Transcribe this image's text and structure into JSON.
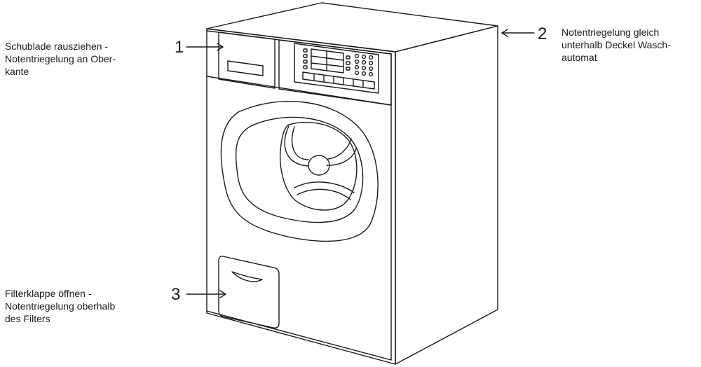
{
  "callouts": [
    {
      "number": "1",
      "text": "Schublade rausziehen -\nNotentriegelung an Ober-\nkante"
    },
    {
      "number": "2",
      "text": "Notentriegelung gleich\nunterhalb Deckel Wasch-\nautomat"
    },
    {
      "number": "3",
      "text": "Filterklappe öffnen -\nNotentriegelung oberhalb\ndes Filters"
    }
  ],
  "colors": {
    "stroke": "#1a1a1a",
    "background": "#ffffff"
  },
  "icons": [
    "washing-machine-illustration",
    "arrow-right-icon",
    "arrow-left-icon"
  ]
}
